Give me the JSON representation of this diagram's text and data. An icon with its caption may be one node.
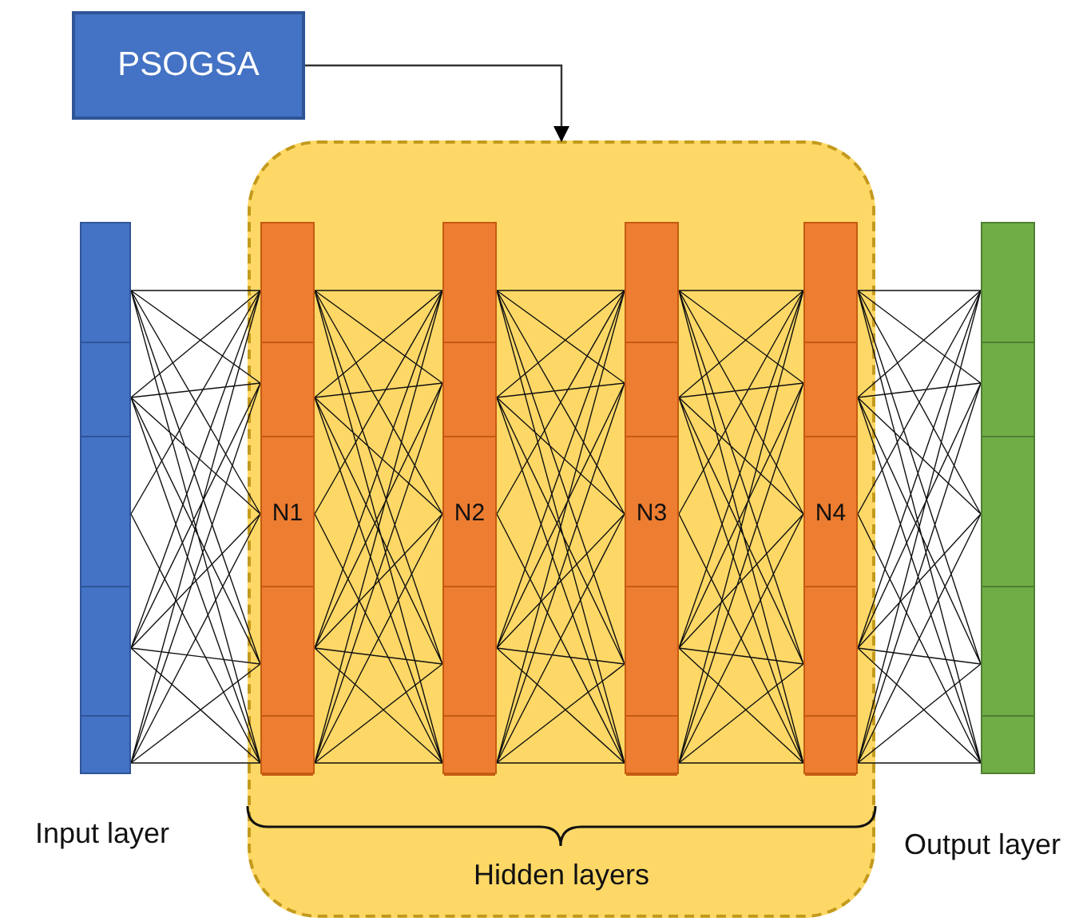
{
  "diagram": {
    "nodes": [
      {
        "text": [
          "PSOGSA"
        ]
      },
      {
        "text": [
          "Hidden layers"
        ]
      },
      {
        "text": [],
        "shape": "bar",
        "beside": [
          "Input layer"
        ]
      },
      {
        "text": [
          "N1"
        ],
        "in": 1
      },
      {
        "text": [
          "N2"
        ],
        "in": 1
      },
      {
        "text": [
          "N3"
        ],
        "in": 1
      },
      {
        "text": [
          "N4"
        ],
        "in": 1
      },
      {
        "text": [],
        "shape": "bar",
        "beside": [
          "Output layer"
        ]
      }
    ],
    "edges": [
      {
        "from": 0,
        "to": 1,
        "arrow": "to"
      },
      {
        "from": 2,
        "to": 3,
        "arrow": "none"
      },
      {
        "from": 3,
        "to": 4,
        "arrow": "none"
      },
      {
        "from": 4,
        "to": 5,
        "arrow": "none"
      },
      {
        "from": 5,
        "to": 6,
        "arrow": "none"
      },
      {
        "from": 6,
        "to": 7,
        "arrow": "none"
      }
    ]
  }
}
